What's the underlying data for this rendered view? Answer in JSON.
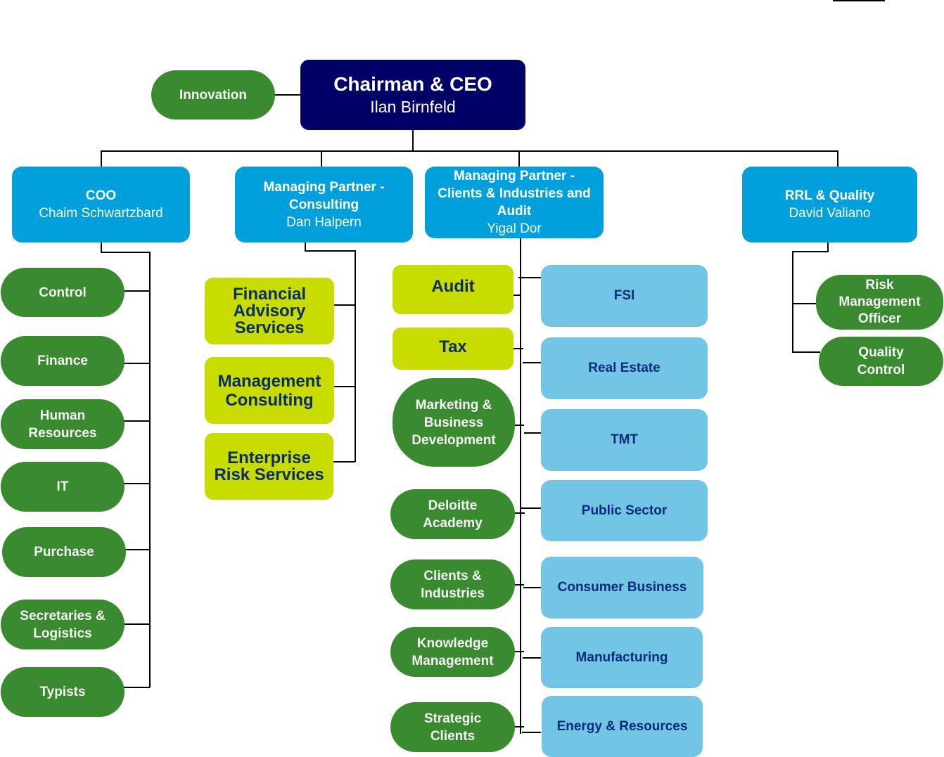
{
  "colors": {
    "executive": "#000066",
    "leader": "#00a0dc",
    "support_unit": "#3a8a30",
    "service_line": "#c8dc00",
    "industry": "#72c5e5"
  },
  "ceo": {
    "title": "Chairman & CEO",
    "name": "Ilan Birnfeld"
  },
  "innovation": {
    "label": "Innovation"
  },
  "leaders": [
    {
      "title": "COO",
      "name": "Chaim Schwartzbard"
    },
    {
      "title": "Managing Partner - Consulting",
      "name": "Dan Halpern"
    },
    {
      "title": "Managing Partner - Clients & Industries and Audit",
      "name": "Yigal Dor"
    },
    {
      "title": "RRL & Quality",
      "name": "David Valiano"
    }
  ],
  "coo_units": [
    "Control",
    "Finance",
    "Human Resources",
    "IT",
    "Purchase",
    "Secretaries & Logistics",
    "Typists"
  ],
  "consulting_units": [
    "Financial Advisory Services",
    "Management Consulting",
    "Enterprise Risk Services"
  ],
  "audit_service_lines": [
    "Audit",
    "Tax"
  ],
  "audit_support_units": [
    "Marketing & Business Development",
    "Deloitte Academy",
    "Clients & Industries",
    "Knowledge Management",
    "Strategic Clients"
  ],
  "industries": [
    "FSI",
    "Real Estate",
    "TMT",
    "Public Sector",
    "Consumer Business",
    "Manufacturing",
    "Energy & Resources"
  ],
  "rrl_units": [
    "Risk Management Officer",
    "Quality Control"
  ]
}
